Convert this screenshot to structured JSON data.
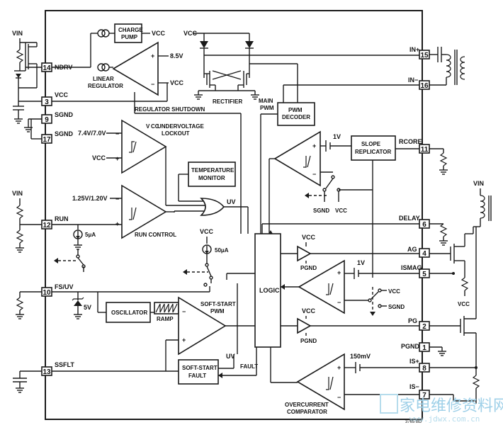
{
  "pins": [
    {
      "num": "14",
      "name": "NDRV"
    },
    {
      "num": "3",
      "name": "VCC"
    },
    {
      "num": "9",
      "name": "SGND"
    },
    {
      "num": "17",
      "name": "SGND"
    },
    {
      "num": "12",
      "name": "RUN"
    },
    {
      "num": "10",
      "name": "FS/UV"
    },
    {
      "num": "13",
      "name": "SSFLT"
    },
    {
      "num": "15",
      "name": "IN+"
    },
    {
      "num": "16",
      "name": "IN−"
    },
    {
      "num": "11",
      "name": "RCORE"
    },
    {
      "num": "6",
      "name": "DELAY"
    },
    {
      "num": "4",
      "name": "AG"
    },
    {
      "num": "5",
      "name": "ISMAG"
    },
    {
      "num": "2",
      "name": "PG"
    },
    {
      "num": "1",
      "name": "PGND"
    },
    {
      "num": "8",
      "name": "IS+"
    },
    {
      "num": "7",
      "name": "IS−"
    }
  ],
  "blocks": {
    "charge_pump": "CHARGE PUMP",
    "linear_regulator": "LINEAR REGULATOR",
    "regulator_shutdown": "REGULATOR SHUTDOWN",
    "rectifier": "RECTIFIER",
    "main_pwm": "MAIN PWM",
    "pwm_decoder": "PWM DECODER",
    "uvlo": "UNDERVOLTAGE LOCKOUT",
    "temperature_monitor": "TEMPERATURE MONITOR",
    "run_control": "RUN CONTROL",
    "slope_replicator": "SLOPE REPLICATOR",
    "logic": "LOGIC",
    "oscillator": "OSCILLATOR",
    "ramp": "RAMP",
    "soft_start_pwm": "SOFT-START PWM",
    "soft_start_fault": "SOFT-START FAULT",
    "overcurrent_comparator": "OVERCURRENT COMPARATOR"
  },
  "labels": {
    "vin": "VIN",
    "vcc": "VCC",
    "v85": "8.5V",
    "uvlo_threshold": "7.4V/7.0V",
    "run_threshold": "1.25V/1.20V",
    "i5": "5μA",
    "i50": "50μA",
    "v5": "5V",
    "v1": "1V",
    "v150m": "150mV",
    "uv": "UV",
    "fault": "FAULT",
    "sgnd": "SGND",
    "pgnd": "PGND",
    "part_code": "3765 BD"
  },
  "watermark": {
    "cn": "家电维修资料网",
    "url": "www.jdwx.com.cn"
  }
}
